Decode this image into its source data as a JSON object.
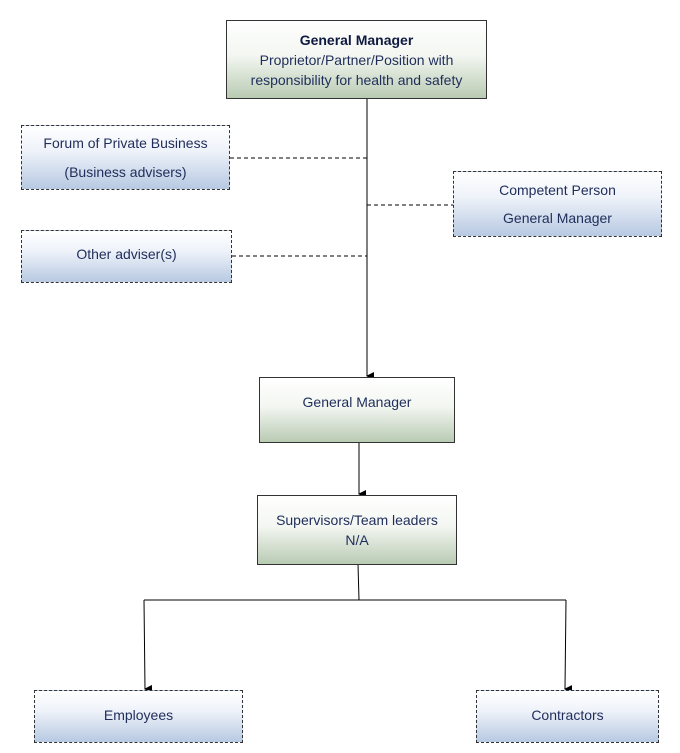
{
  "top": {
    "title": "General Manager",
    "line1": "Proprietor/Partner/Position with",
    "line2": "responsibility for health and safety"
  },
  "advisers": {
    "forum_line1": "Forum of Private Business",
    "forum_line2": "(Business advisers)",
    "other": "Other adviser(s)"
  },
  "competent": {
    "line1": "Competent Person",
    "line2": "General Manager"
  },
  "manager": {
    "label": "General Manager"
  },
  "supervisors": {
    "line1": "Supervisors/Team leaders",
    "line2": "N/A"
  },
  "employees": {
    "label": "Employees"
  },
  "contractors": {
    "label": "Contractors"
  }
}
